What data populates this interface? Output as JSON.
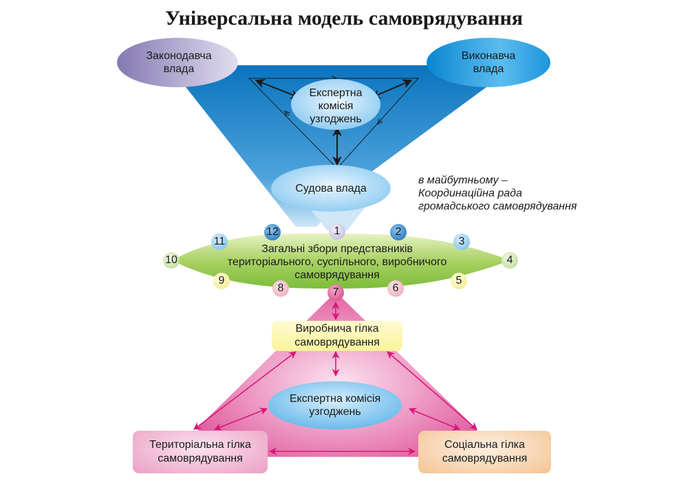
{
  "title": "Універсальна модель самоврядування",
  "top_block": {
    "legislative": [
      "Законодавча",
      "влада"
    ],
    "executive": [
      "Виконавча",
      "влада"
    ],
    "expert_commission": [
      "Експертна",
      "комісія",
      "узгоджень"
    ],
    "judicial": "Судова влада",
    "future_note": [
      "в майбутньому –",
      "Координаційна рада",
      "громадського самоврядування"
    ]
  },
  "assembly": {
    "text": [
      "Загальні збори представників",
      "територіального, суспільного, виробничого",
      "самоврядування"
    ],
    "numbers": [
      "1",
      "2",
      "3",
      "4",
      "5",
      "6",
      "7",
      "8",
      "9",
      "10",
      "11",
      "12"
    ]
  },
  "bottom_block": {
    "production_branch": [
      "Виробнича гілка",
      "самоврядування"
    ],
    "expert_commission": [
      "Експертна комісія",
      "узгоджень"
    ],
    "territorial_branch": [
      "Територіальна гілка",
      "самоврядування"
    ],
    "social_branch": [
      "Соціальна гілка",
      "самоврядування"
    ]
  },
  "colors": {
    "blue_top": "#0a7cc4",
    "blue_bottom": "#a9d3f0",
    "legislative": "#8f84b8",
    "executive": "#1a9ee0",
    "green": "#8cc63f",
    "pink": "#e0589a",
    "yellow_box": "#fdf7a8",
    "orange_box": "#f5c999",
    "arrow_pink": "#d6187a"
  }
}
